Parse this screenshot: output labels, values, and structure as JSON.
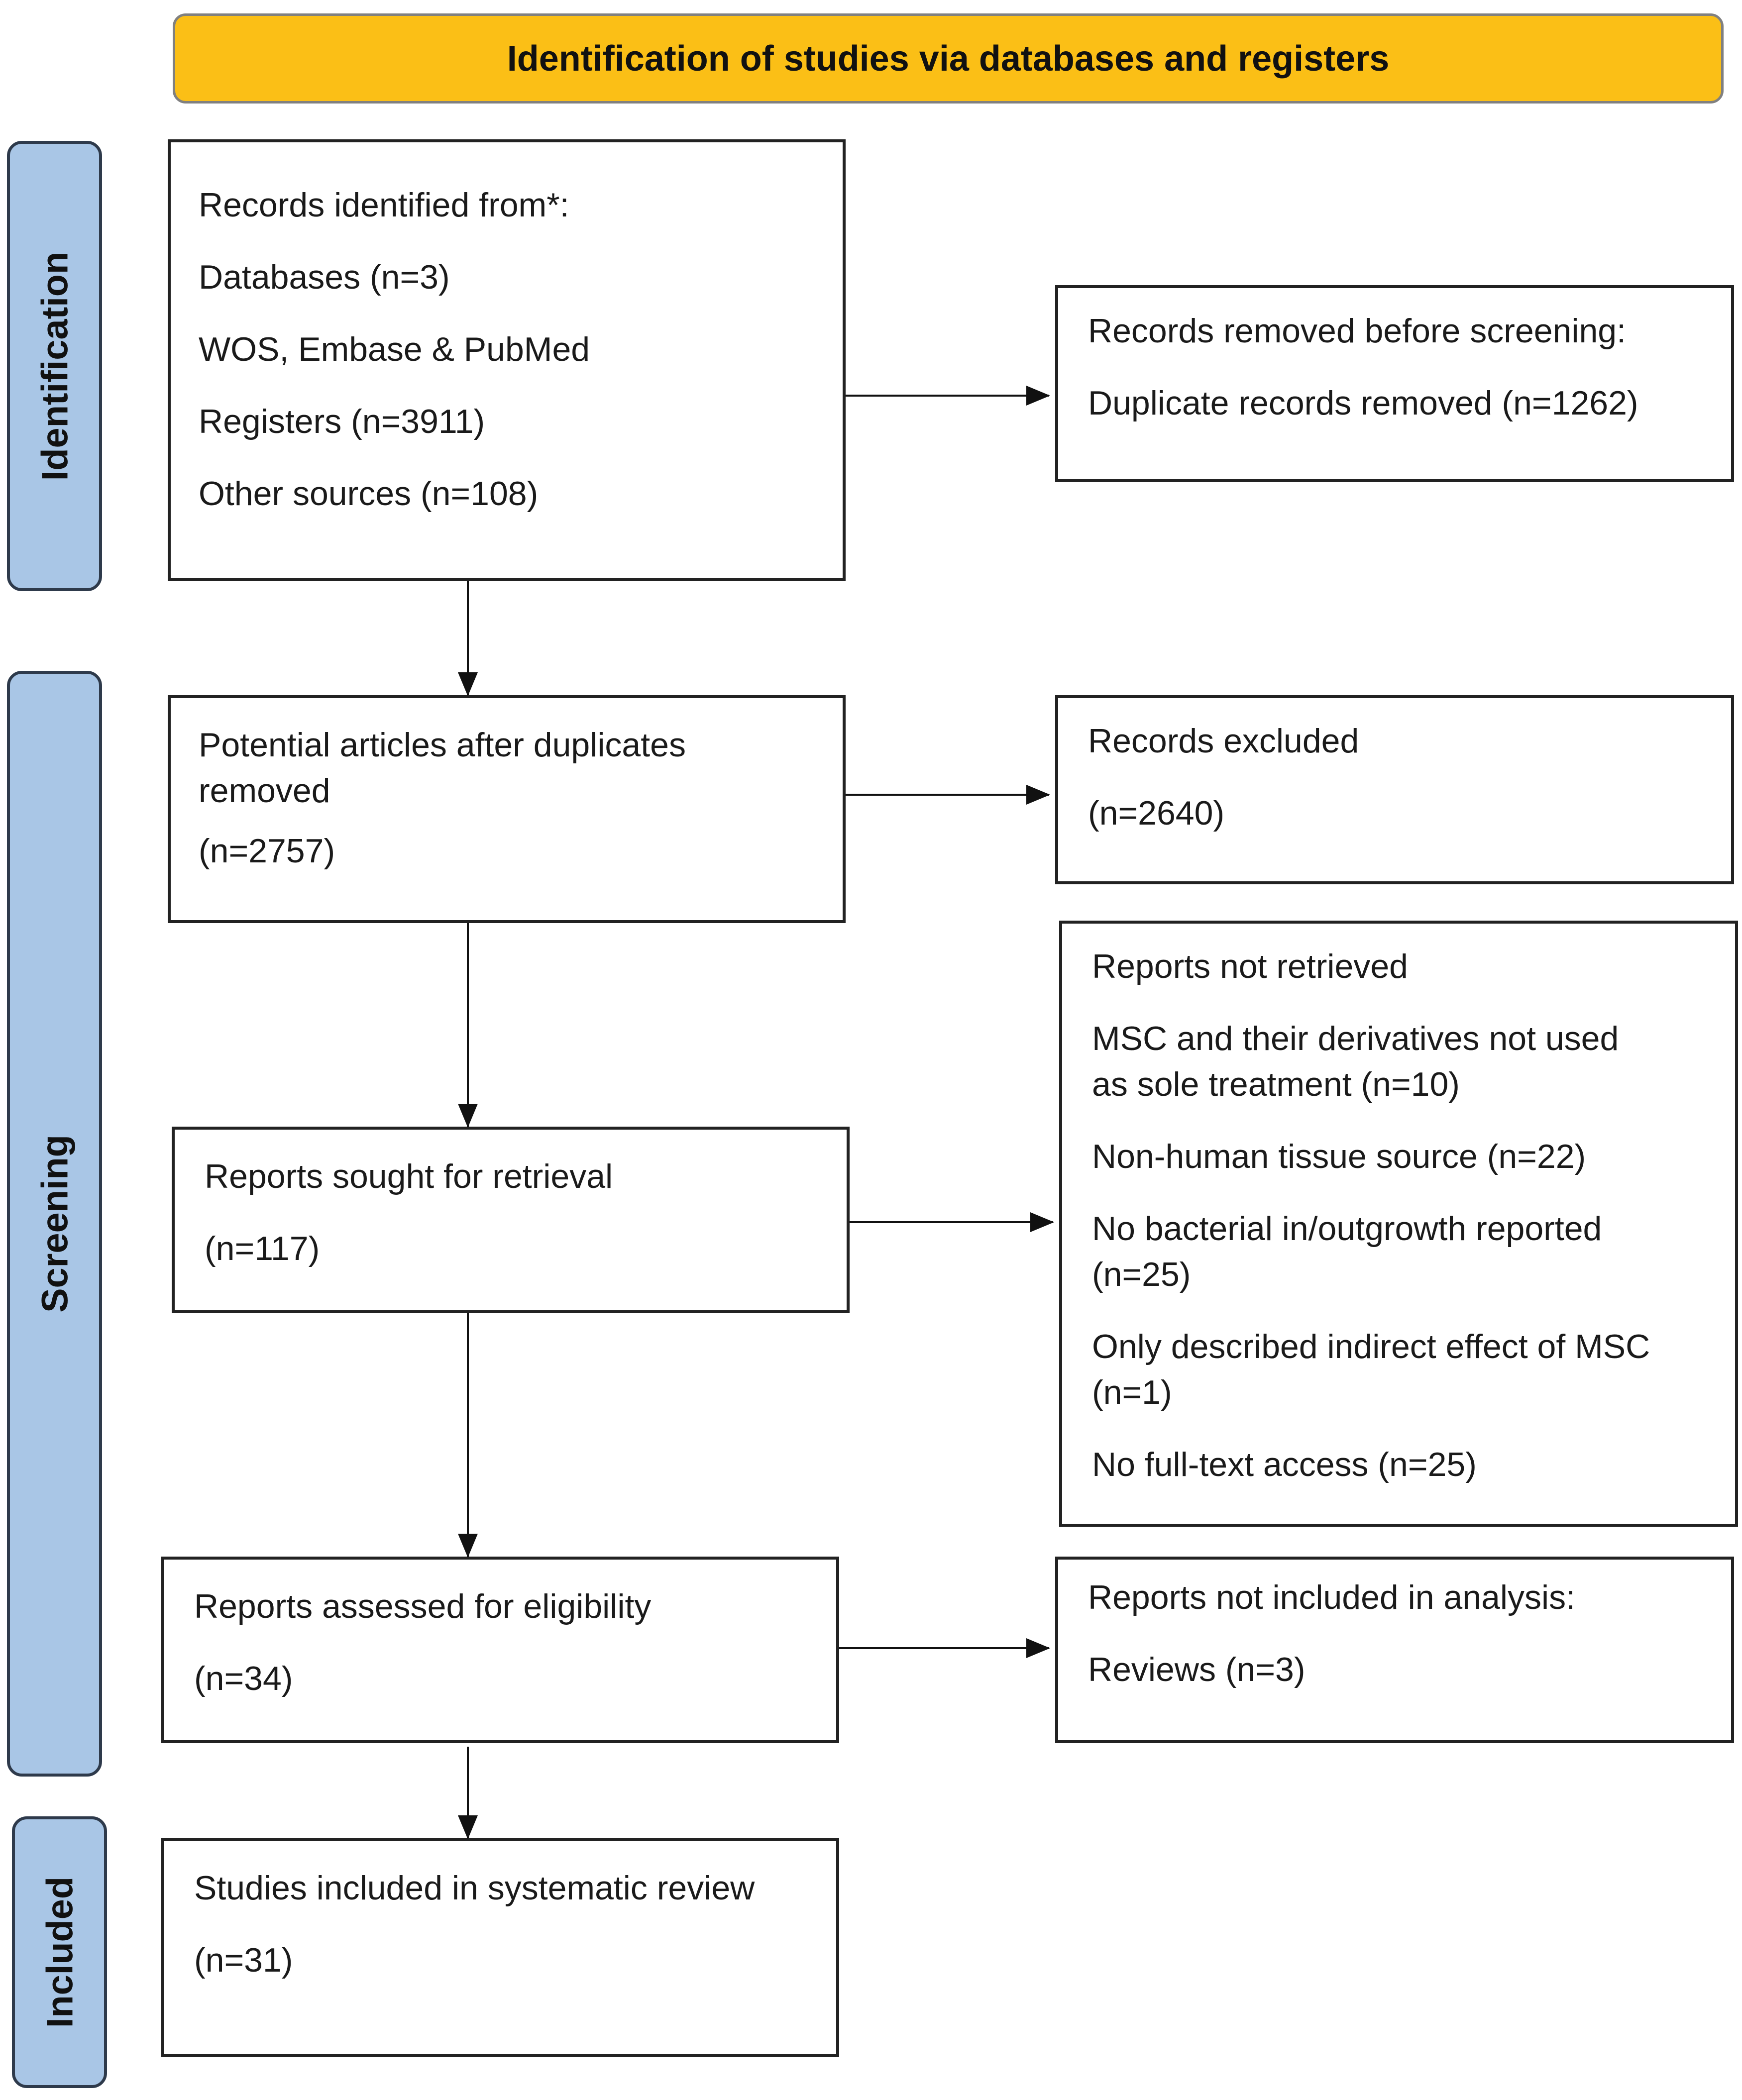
{
  "header": "Identification of studies via databases and registers",
  "phases": {
    "identification": "Identification",
    "screening": "Screening",
    "included": "Included"
  },
  "boxes": {
    "records_identified": {
      "title": "Records identified from*:",
      "lines": [
        "Databases (n=3)",
        "WOS, Embase & PubMed",
        "Registers (n=3911)",
        "Other sources (n=108)"
      ]
    },
    "records_removed": {
      "title": "Records removed before screening:",
      "lines": [
        "Duplicate records removed (n=1262)"
      ]
    },
    "potential_articles": {
      "title": "Potential articles after duplicates\nremoved",
      "count": "(n=2757)"
    },
    "records_excluded": {
      "title": "Records excluded",
      "count": "(n=2640)"
    },
    "reports_sought": {
      "title": "Reports sought for retrieval",
      "count": "(n=117)"
    },
    "reports_not_retrieved": {
      "title": "Reports not retrieved",
      "lines": [
        "MSC and their derivatives not used\nas sole treatment (n=10)",
        "Non-human tissue source (n=22)",
        "No bacterial in/outgrowth reported\n(n=25)",
        "Only described indirect effect of MSC\n(n=1)",
        "No full-text access (n=25)"
      ]
    },
    "reports_assessed": {
      "title": "Reports assessed for eligibility",
      "count": "(n=34)"
    },
    "reports_not_included": {
      "title": "Reports not included in analysis:",
      "lines": [
        "Reviews (n=3)"
      ]
    },
    "studies_included": {
      "title": "Studies included in systematic review",
      "count": "(n=31)"
    }
  },
  "colors": {
    "banner": "#fbbf16",
    "phase_fill": "#a9c6e6",
    "phase_border": "#2e3a4b",
    "box_border": "#222222"
  }
}
